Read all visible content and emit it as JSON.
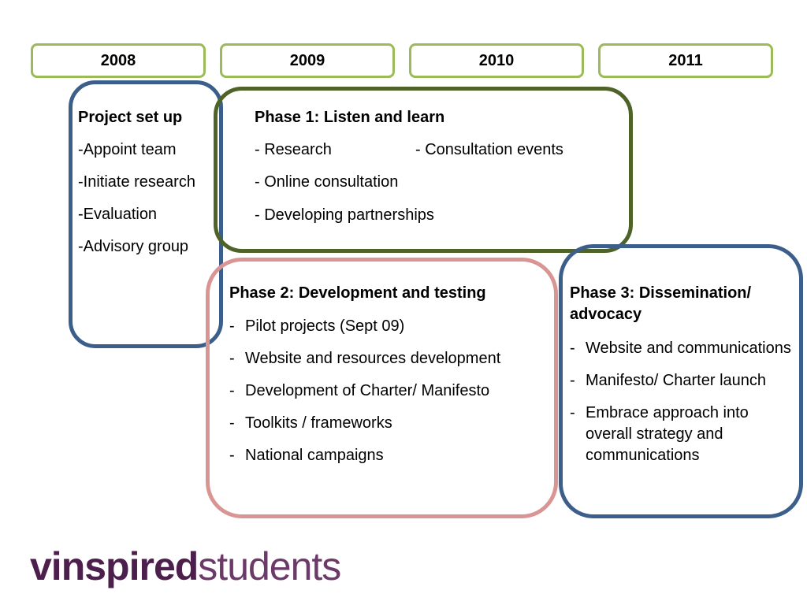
{
  "years": [
    "2008",
    "2009",
    "2010",
    "2011"
  ],
  "setup": {
    "title": "Project set up",
    "items": [
      "-Appoint team",
      "-Initiate research",
      "-Evaluation",
      "-Advisory group"
    ]
  },
  "phase1": {
    "title": "Phase 1: Listen and learn",
    "items": [
      "- Research",
      "- Consultation events",
      "- Online consultation",
      "- Developing partnerships"
    ]
  },
  "phase2": {
    "title": "Phase 2: Development and testing",
    "items": [
      "Pilot projects (Sept 09)",
      "Website and resources development",
      "Development of Charter/ Manifesto",
      "Toolkits / frameworks",
      "National campaigns"
    ]
  },
  "phase3": {
    "title_line1": "Phase 3: Dissemination/",
    "title_line2": "advocacy",
    "items": [
      "Website and communications",
      "Manifesto/ Charter launch",
      "Embrace approach into overall strategy and communications"
    ]
  },
  "logo": {
    "bold": "vinspired",
    "light": "students"
  },
  "colors": {
    "year_border": "#9bbb59",
    "blue_border": "#3b5f8a",
    "green_border": "#4f6228",
    "pink_border": "#d99594",
    "logo": "#5c2a5a"
  }
}
